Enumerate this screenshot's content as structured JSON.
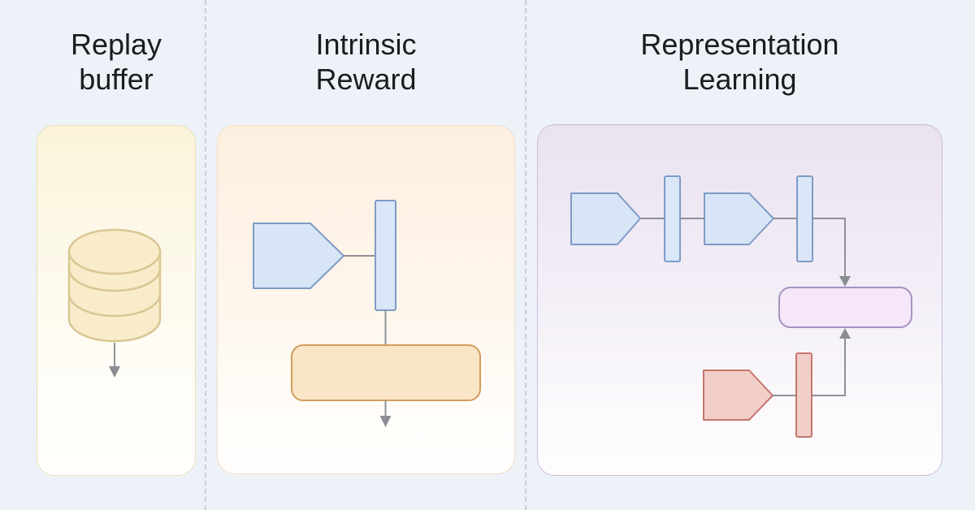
{
  "page": {
    "background_color": "#edf2f8",
    "divider_color": "#c6cdd5",
    "connector_color": "#8f9196",
    "arrowhead_color": "#8a8d92",
    "title_color": "#1b1c1f"
  },
  "panels": {
    "replay_buffer": {
      "title_line1": "Replay",
      "title_line2": "buffer",
      "icon": "database-cylinder-icon",
      "box": {
        "border": "#ecdfb3",
        "bg_top": "#fbf4da",
        "bg_bottom": "#fffffd"
      },
      "cylinder": {
        "fill": "#f8ecca",
        "stroke": "#d9c693"
      }
    },
    "intrinsic_reward": {
      "title_line1": "Intrinsic",
      "title_line2": "Reward",
      "box": {
        "border": "#f2dcc3",
        "bg_top": "#fdefdf",
        "bg_bottom": "#fffefd"
      },
      "encoder": {
        "fill": "#d8e5f7",
        "stroke": "#7e9bc6"
      },
      "bar": {
        "fill": "#dae7f8",
        "stroke": "#7e9bc6"
      },
      "reward_box": {
        "fill": "#fae5c7",
        "stroke": "#d19d5c"
      }
    },
    "representation_learning": {
      "title_line1": "Representation",
      "title_line2": "Learning",
      "box": {
        "border": "#cabdd9",
        "bg_top": "#eae2f0",
        "bg_bottom": "#fefdfe"
      },
      "encoder_blue": {
        "fill": "#d8e5f7",
        "stroke": "#7e9bc6"
      },
      "bar_blue": {
        "fill": "#dae7f8",
        "stroke": "#7e9bc6"
      },
      "latent_box": {
        "fill": "#f5e6f8",
        "stroke": "#a492c2"
      },
      "encoder_red": {
        "fill": "#f2cec9",
        "stroke": "#c4766d"
      },
      "bar_red": {
        "fill": "#f2cec9",
        "stroke": "#c4766d"
      }
    }
  }
}
